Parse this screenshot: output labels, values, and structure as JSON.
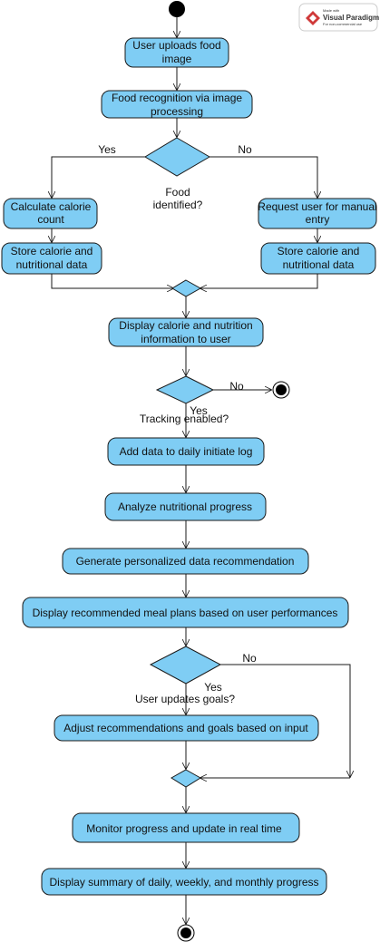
{
  "watermark": {
    "line1": "Made with",
    "brand": "Visual Paradigm",
    "line3": "For non-commercial use"
  },
  "nodes": {
    "upload": [
      "User uploads food",
      "image"
    ],
    "recognition": [
      "Food recognition via image",
      "processing"
    ],
    "calculate": [
      "Calculate calorie",
      "count"
    ],
    "store_left": [
      "Store calorie and",
      "nutritional data"
    ],
    "request": [
      "Request user for manual",
      "entry"
    ],
    "store_right": [
      "Store calorie and",
      "nutritional data"
    ],
    "display_info": [
      "Display calorie and nutrition",
      "information to user"
    ],
    "add_log": "Add data to daily initiate log",
    "analyze": "Analyze nutritional progress",
    "generate": "Generate personalized data recommendation",
    "display_meals": "Display recommended meal plans based on user performances",
    "adjust": "Adjust recommendations and goals based on input",
    "monitor": "Monitor progress and update in real time",
    "summary": "Display summary of daily, weekly, and monthly progress"
  },
  "decisions": {
    "food_identified": [
      "Food",
      "identified?"
    ],
    "tracking_enabled": "Tracking enabled?",
    "user_updates_goals": "User updates goals?"
  },
  "labels": {
    "yes_food": "Yes",
    "no_food": "No",
    "yes_tracking": "Yes",
    "no_tracking": "No",
    "yes_goals": "Yes",
    "no_goals": "No"
  }
}
